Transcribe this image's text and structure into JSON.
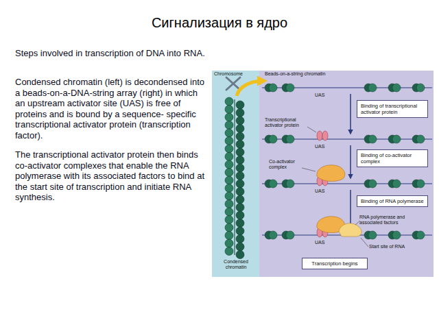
{
  "diagram": {
    "title": "Сигнализация в ядро",
    "nodes": [
      {
        "text": [
          "Binding of transcriptional activator protein"
        ]
      },
      {
        "text": [
          "Binding of co-activator complex"
        ]
      },
      {
        "text": [
          "Binding of RNA polymerase"
        ]
      },
      {
        "text": [
          "Transcription begins"
        ]
      }
    ],
    "labels": [
      "Steps involved in transcription of DNA into RNA.",
      "Condensed chromatin (left) is decondensed into a beads-on-a-DNA-string array (right) in which an upstream activator site (UAS) is free of proteins and is bound by a sequence- specific transcriptional activator protein (transcription factor).",
      "The transcriptional activator protein then binds co-activator complexes that enable the RNA polymerase with its associated factors to bind at the start site of transcription and initiate RNA synthesis.",
      "Chromosome",
      "Beads-on-a-string chromatin",
      "UAS",
      "Transcriptional activator protein",
      "UAS",
      "Co-activator complex",
      "UAS",
      "RNA polymerase and associated factors",
      "Start site of RNA",
      "UAS",
      "Condensed chromatin"
    ]
  }
}
